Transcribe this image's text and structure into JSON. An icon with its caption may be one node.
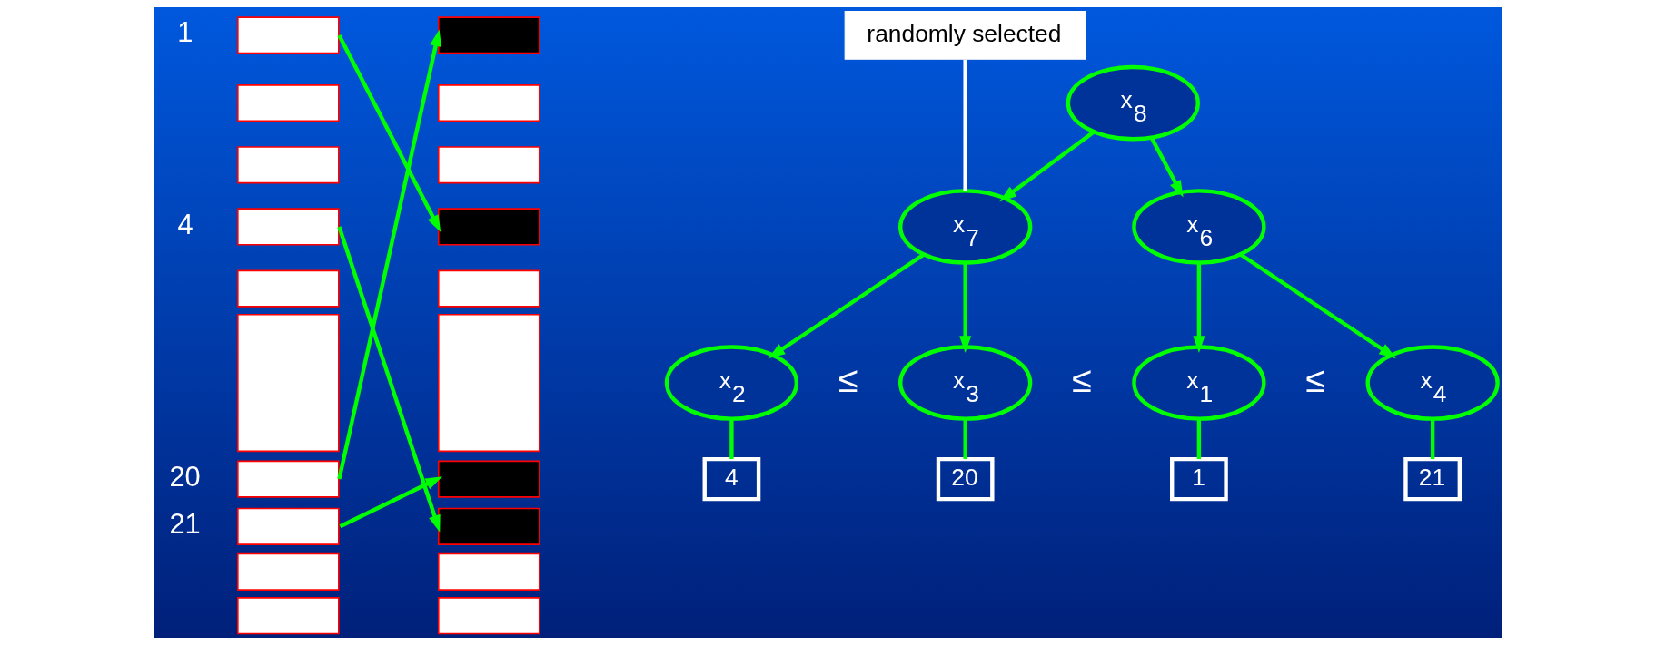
{
  "diagram": {
    "nodes": [
      {
        "text": [],
        "shape": "box",
        "beside": [
          "1"
        ]
      },
      {
        "text": [],
        "shape": "box"
      },
      {
        "text": [],
        "shape": "box"
      },
      {
        "text": [],
        "shape": "box",
        "beside": [
          "4"
        ]
      },
      {
        "text": [],
        "shape": "box"
      },
      {
        "text": [],
        "shape": "box"
      },
      {
        "text": [],
        "shape": "box",
        "beside": [
          "20"
        ]
      },
      {
        "text": [],
        "shape": "box",
        "beside": [
          "21"
        ]
      },
      {
        "text": [],
        "shape": "box"
      },
      {
        "text": [],
        "shape": "box"
      },
      {
        "text": [],
        "shape": "box"
      },
      {
        "text": [],
        "shape": "box"
      },
      {
        "text": [],
        "shape": "box"
      },
      {
        "text": [],
        "shape": "box"
      },
      {
        "text": [],
        "shape": "box"
      },
      {
        "text": [],
        "shape": "box"
      },
      {
        "text": [],
        "shape": "box"
      },
      {
        "text": [],
        "shape": "box"
      },
      {
        "text": [],
        "shape": "box"
      },
      {
        "text": [],
        "shape": "box"
      },
      {
        "text": [
          "randomly selected"
        ]
      },
      {
        "text": [
          "x$_{8}$"
        ]
      },
      {
        "text": [
          "x$_{7}$"
        ]
      },
      {
        "text": [
          "x$_{6}$"
        ]
      },
      {
        "text": [
          "x$_{2}$"
        ]
      },
      {
        "text": [
          "x$_{3}$"
        ]
      },
      {
        "text": [
          "x$_{1}$"
        ]
      },
      {
        "text": [
          "x$_{4}$"
        ]
      },
      {
        "text": [
          "4"
        ]
      },
      {
        "text": [
          "20"
        ]
      },
      {
        "text": [
          "1"
        ]
      },
      {
        "text": [
          "21"
        ]
      }
    ],
    "edges": [
      {
        "from": 0,
        "to": 13,
        "arrow": "to"
      },
      {
        "from": 3,
        "to": 17,
        "arrow": "to"
      },
      {
        "from": 6,
        "to": 10,
        "arrow": "to"
      },
      {
        "from": 7,
        "to": 16,
        "arrow": "to"
      },
      {
        "from": 20,
        "to": 22,
        "arrow": "none",
        "color": "#ffffff"
      },
      {
        "from": 21,
        "to": 22,
        "arrow": "to"
      },
      {
        "from": 21,
        "to": 23,
        "arrow": "to"
      },
      {
        "from": 22,
        "to": 24,
        "arrow": "to"
      },
      {
        "from": 22,
        "to": 25,
        "arrow": "to"
      },
      {
        "from": 23,
        "to": 26,
        "arrow": "to"
      },
      {
        "from": 23,
        "to": 27,
        "arrow": "to"
      },
      {
        "from": 24,
        "to": 28,
        "arrow": "none"
      },
      {
        "from": 25,
        "to": 29,
        "arrow": "none"
      },
      {
        "from": 26,
        "to": 30,
        "arrow": "none"
      },
      {
        "from": 27,
        "to": 31,
        "arrow": "none"
      }
    ],
    "labels": [
      "≤",
      "≤",
      "≤"
    ]
  }
}
